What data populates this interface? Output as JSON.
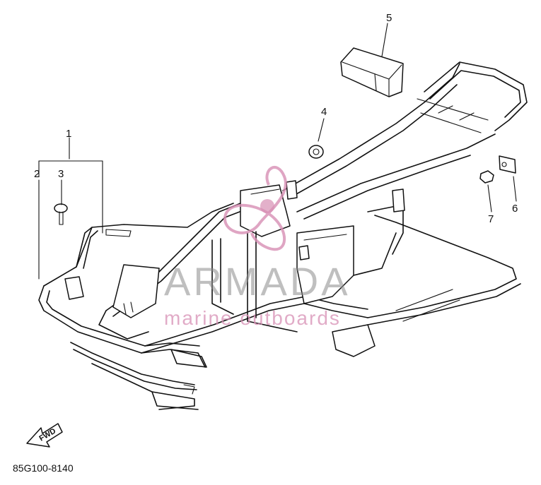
{
  "diagram": {
    "part_code": "85G100-8140",
    "direction_label": "FWD",
    "callouts": [
      {
        "id": "1",
        "label": "1"
      },
      {
        "id": "2",
        "label": "2"
      },
      {
        "id": "3",
        "label": "3"
      },
      {
        "id": "4",
        "label": "4"
      },
      {
        "id": "5",
        "label": "5"
      },
      {
        "id": "6",
        "label": "6"
      },
      {
        "id": "7",
        "label": "7"
      }
    ]
  },
  "watermark": {
    "brand": "ARMADA",
    "tagline": "marine outboards",
    "colors": {
      "brand": "#8a8a8a",
      "accent": "#d78fb4"
    }
  }
}
